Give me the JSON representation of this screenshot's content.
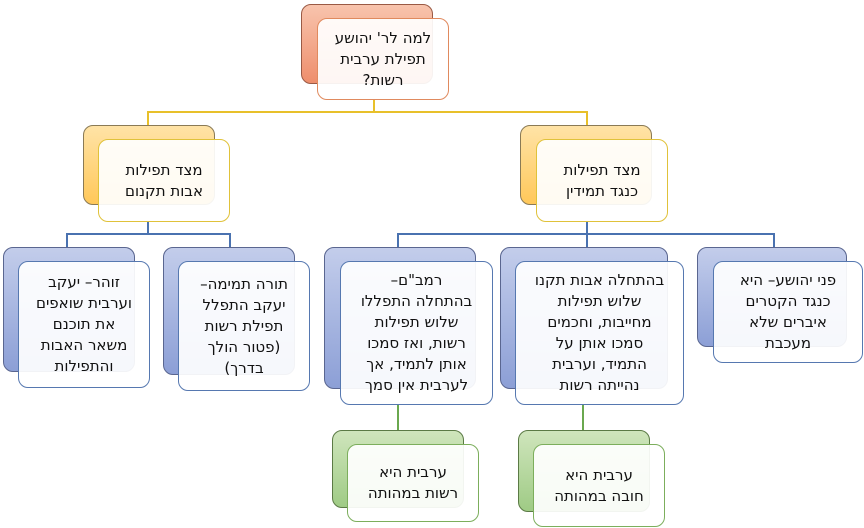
{
  "root": {
    "text": "למה לר' יהושע\nתפילת ערבית\nרשות?"
  },
  "branches": {
    "right": {
      "text": "מצד תפילות\nכנגד תמידין"
    },
    "left": {
      "text": "מצד תפילות\nאבות תקנום"
    }
  },
  "leaves": {
    "r1": {
      "text": "פני יהושע– היא\nכנגד הקטרים\nאיברים שלא\nמעכבת"
    },
    "r2": {
      "text": "בהתחלה אבות תקנו\nשלוש תפילות\nמחייבות, וחכמים\nסמכו אותן על\nהתמיד, וערבית\nנהייתה רשות"
    },
    "r3": {
      "text": "רמב\"ם–\nבהתחלה התפללו\nשלוש תפילות\nרשות, ואז סמכו\nאותן לתמיד, אך\nלערבית אין סמך"
    },
    "l1": {
      "text": "תורה תמימה–\nיעקב התפלל\nתפילת רשות\n(פטור הולך\nבדרך)"
    },
    "l2": {
      "text": "זוהר– יעקב\nוערבית שואפים\nאת תוכנם\nמשאר האבות\nוהתפילות"
    }
  },
  "conclusions": {
    "c1": {
      "text": "ערבית היא\nחובה במהותה"
    },
    "c2": {
      "text": "ערבית היא\nרשות במהותה"
    }
  },
  "colors": {
    "connector_gold": "#e8c02a",
    "connector_blue": "#4a72b0",
    "connector_green": "#6aa84f"
  }
}
